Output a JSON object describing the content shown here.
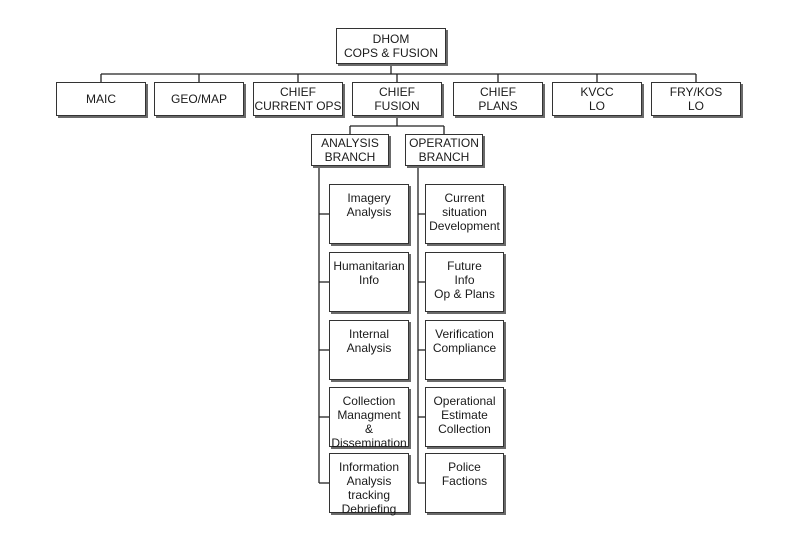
{
  "root": {
    "line1": "DHOM",
    "line2": "COPS & FUSION"
  },
  "level1": [
    {
      "id": "maic",
      "lines": [
        "MAIC"
      ]
    },
    {
      "id": "geo-map",
      "lines": [
        "GEO/MAP"
      ]
    },
    {
      "id": "chief-current-ops",
      "lines": [
        "CHIEF",
        "CURRENT OPS"
      ]
    },
    {
      "id": "chief-fusion",
      "lines": [
        "CHIEF",
        "FUSION"
      ]
    },
    {
      "id": "chief-plans",
      "lines": [
        "CHIEF",
        "PLANS"
      ]
    },
    {
      "id": "kvcc-lo",
      "lines": [
        "KVCC",
        "LO"
      ]
    },
    {
      "id": "fry-kos-lo",
      "lines": [
        "FRY/KOS",
        "LO"
      ]
    }
  ],
  "branches": [
    {
      "id": "analysis-branch",
      "lines": [
        "ANALYSIS",
        "BRANCH"
      ],
      "children": [
        {
          "lines": [
            "Imagery",
            "Analysis"
          ]
        },
        {
          "lines": [
            "Humanitarian",
            "Info"
          ]
        },
        {
          "lines": [
            "Internal",
            "Analysis"
          ]
        },
        {
          "lines": [
            "Collection",
            "Managment",
            "&",
            "Dissemination"
          ]
        },
        {
          "lines": [
            "Information",
            "Analysis",
            "tracking",
            "Debriefing"
          ]
        }
      ]
    },
    {
      "id": "operation-branch",
      "lines": [
        "OPERATION",
        "BRANCH"
      ],
      "children": [
        {
          "lines": [
            "Current",
            "situation",
            "Development"
          ]
        },
        {
          "lines": [
            "Future",
            "Info",
            "Op & Plans"
          ]
        },
        {
          "lines": [
            "Verification",
            "Compliance"
          ]
        },
        {
          "lines": [
            "Operational",
            "Estimate",
            "Collection"
          ]
        },
        {
          "lines": [
            "Police",
            "Factions"
          ]
        }
      ]
    }
  ]
}
